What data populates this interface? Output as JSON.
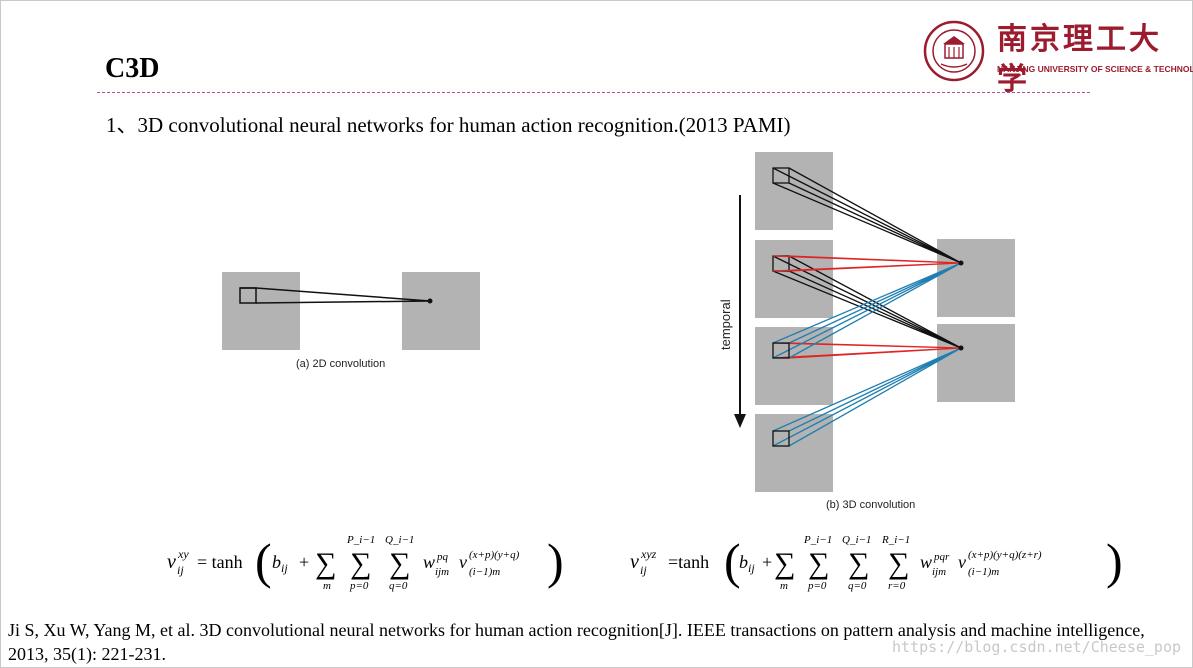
{
  "slide": {
    "title": "C3D",
    "subtitle": "1、3D convolutional neural networks for human action recognition.(2013 PAMI)"
  },
  "logo": {
    "name_cn": "南京理工大学",
    "name_en": "NANJING UNIVERSITY OF SCIENCE & TECHNOLOGY",
    "color": "#9c1b2e"
  },
  "figure": {
    "caption_2d": "(a) 2D convolution",
    "caption_3d": "(b) 3D convolution",
    "temporal_label": "temporal",
    "colors": {
      "gray": "#b3b3b3",
      "black": "#111111",
      "red": "#e02424",
      "blue": "#1f7fb0"
    }
  },
  "formulas": {
    "f2d": {
      "lhs": "v",
      "lhs_sup": "xy",
      "lhs_sub": "ij",
      "eq": "= tanh",
      "b": "b",
      "b_sub": "ij",
      "plus": "+",
      "sum1_sub": "m",
      "sum2_sup": "P_i−1",
      "sum2_sub": "p=0",
      "sum3_sup": "Q_i−1",
      "sum3_sub": "q=0",
      "w": "w",
      "w_sup": "pq",
      "w_sub": "ijm",
      "v": "v",
      "v_sup": "(x+p)(y+q)",
      "v_sub": "(i−1)m"
    },
    "f3d": {
      "lhs": "v",
      "lhs_sup": "xyz",
      "lhs_sub": "ij",
      "eq": "=tanh",
      "b": "b",
      "b_sub": "ij",
      "plus": "+",
      "sum1_sub": "m",
      "sum2_sup": "P_i−1",
      "sum2_sub": "p=0",
      "sum3_sup": "Q_i−1",
      "sum3_sub": "q=0",
      "sum4_sup": "R_i−1",
      "sum4_sub": "r=0",
      "w": "w",
      "w_sup": "pqr",
      "w_sub": "ijm",
      "v": "v",
      "v_sup": "(x+p)(y+q)(z+r)",
      "v_sub": "(i−1)m"
    }
  },
  "reference": "Ji S, Xu W, Yang M, et al. 3D convolutional neural networks for human action recognition[J]. IEEE transactions on pattern analysis and machine intelligence, 2013, 35(1): 221-231.",
  "watermark": "https://blog.csdn.net/Cheese_pop"
}
